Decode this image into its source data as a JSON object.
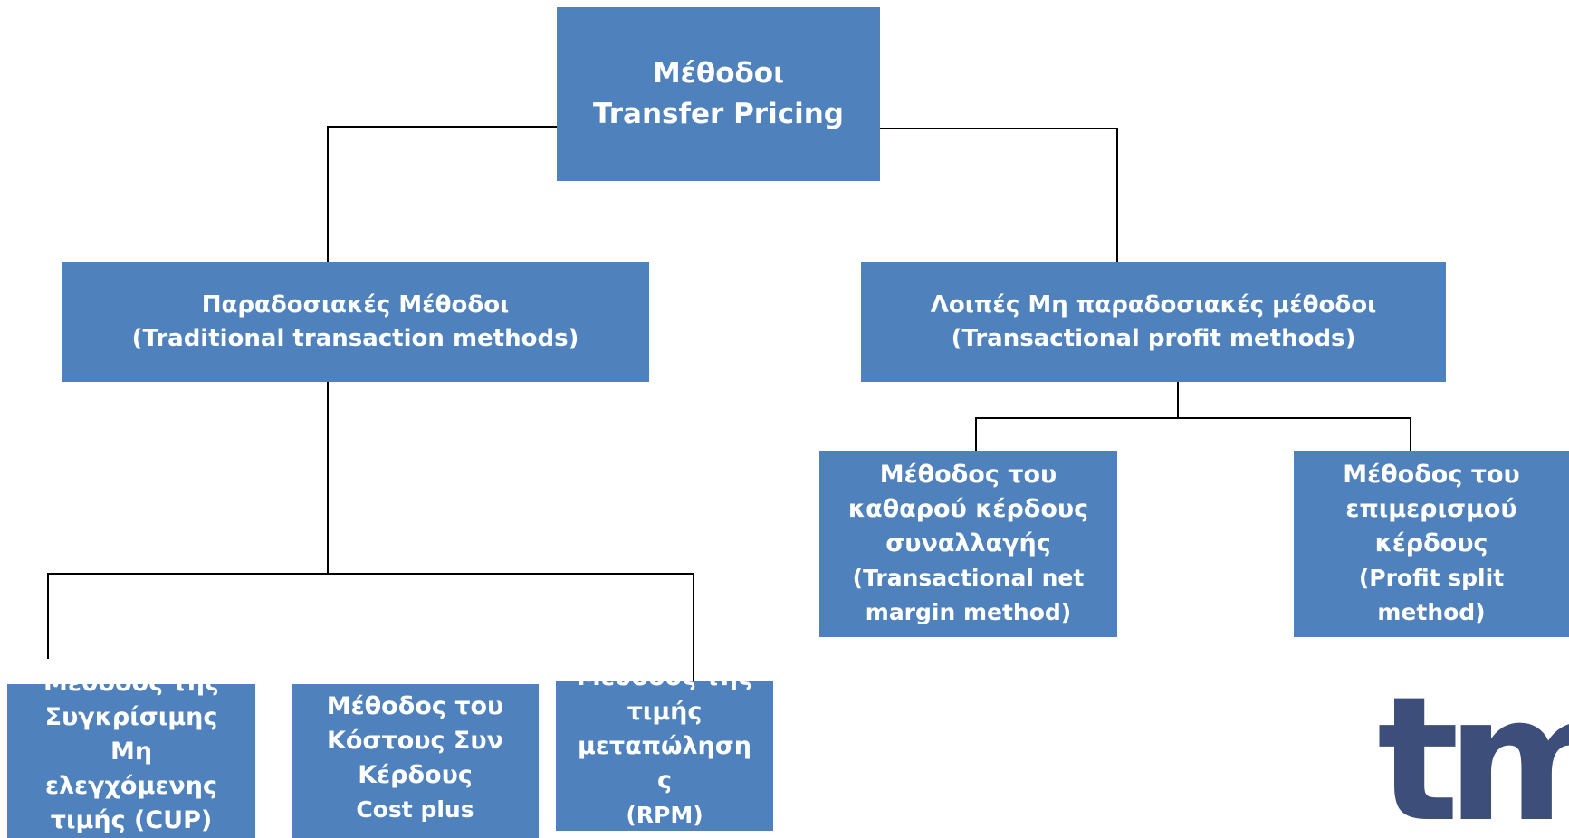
{
  "root": {
    "line1": "Μέθοδοι",
    "line2": "Transfer Pricing"
  },
  "traditional": {
    "line1": "Παραδοσιακές Μέθοδοι",
    "line2": "(Traditional transaction methods)"
  },
  "non_traditional": {
    "line1": "Λοιπές Μη παραδοσιακές μέθοδοι",
    "line2": "(Transactional profit methods)"
  },
  "tnmm": {
    "lines": [
      "Μέθοδος του",
      "καθαρού κέρδους",
      "συναλλαγής",
      "(Transactional net",
      "margin method)"
    ]
  },
  "profit_split": {
    "lines": [
      "Μέθοδος του",
      "επιμερισμού",
      "κέρδους",
      "(Profit split",
      "method)"
    ]
  },
  "cup": {
    "lines": [
      "Μέθοδος της",
      "Συγκρίσιμης",
      "Μη",
      "ελεγχόμενης",
      "τιμής (CUP)"
    ]
  },
  "cost_plus": {
    "lines": [
      "Μέθοδος του",
      "Κόστους Συν",
      "Κέρδους",
      "Cost plus"
    ]
  },
  "rpm": {
    "lines": [
      "Μέθοδος της",
      "τιμής",
      "μεταπώληση",
      "ς",
      "(RPM)"
    ]
  },
  "logo": {
    "text": "tm",
    "color": "#3e4e7a"
  },
  "colors": {
    "box": "#4f81bd",
    "line": "#000000"
  }
}
